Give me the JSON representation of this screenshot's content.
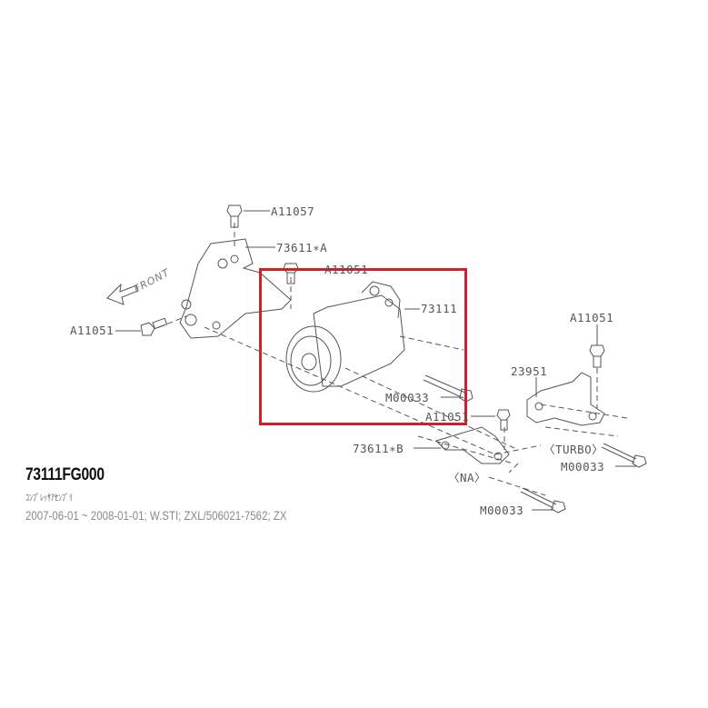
{
  "part": {
    "number": "73111FG000",
    "name_jp": "ｺﾝﾌﾟﾚｯｻｱｾﾝﾌﾞﾘ",
    "applicability": "2007-06-01 ~ 2008-01-01; W.STI; ZXL/506021-7562; ZX"
  },
  "diagram": {
    "direction_label": "FRONT",
    "highlight_color": "#d0202a",
    "callouts": [
      {
        "id": "a11057",
        "text": "A11057"
      },
      {
        "id": "73611a",
        "text": "73611∗A"
      },
      {
        "id": "a11051-top",
        "text": "A11051"
      },
      {
        "id": "73111",
        "text": "73111"
      },
      {
        "id": "a11051-left",
        "text": "A11051"
      },
      {
        "id": "m00033-center",
        "text": "M00033"
      },
      {
        "id": "a11051-mid",
        "text": "A11051"
      },
      {
        "id": "73611b",
        "text": "73611∗B"
      },
      {
        "id": "na",
        "text": "〈NA〉"
      },
      {
        "id": "m00033-bottom",
        "text": "M00033"
      },
      {
        "id": "a11051-right",
        "text": "A11051"
      },
      {
        "id": "23951",
        "text": "23951"
      },
      {
        "id": "turbo",
        "text": "〈TURBO〉"
      },
      {
        "id": "m00033-right",
        "text": "M00033"
      }
    ]
  }
}
